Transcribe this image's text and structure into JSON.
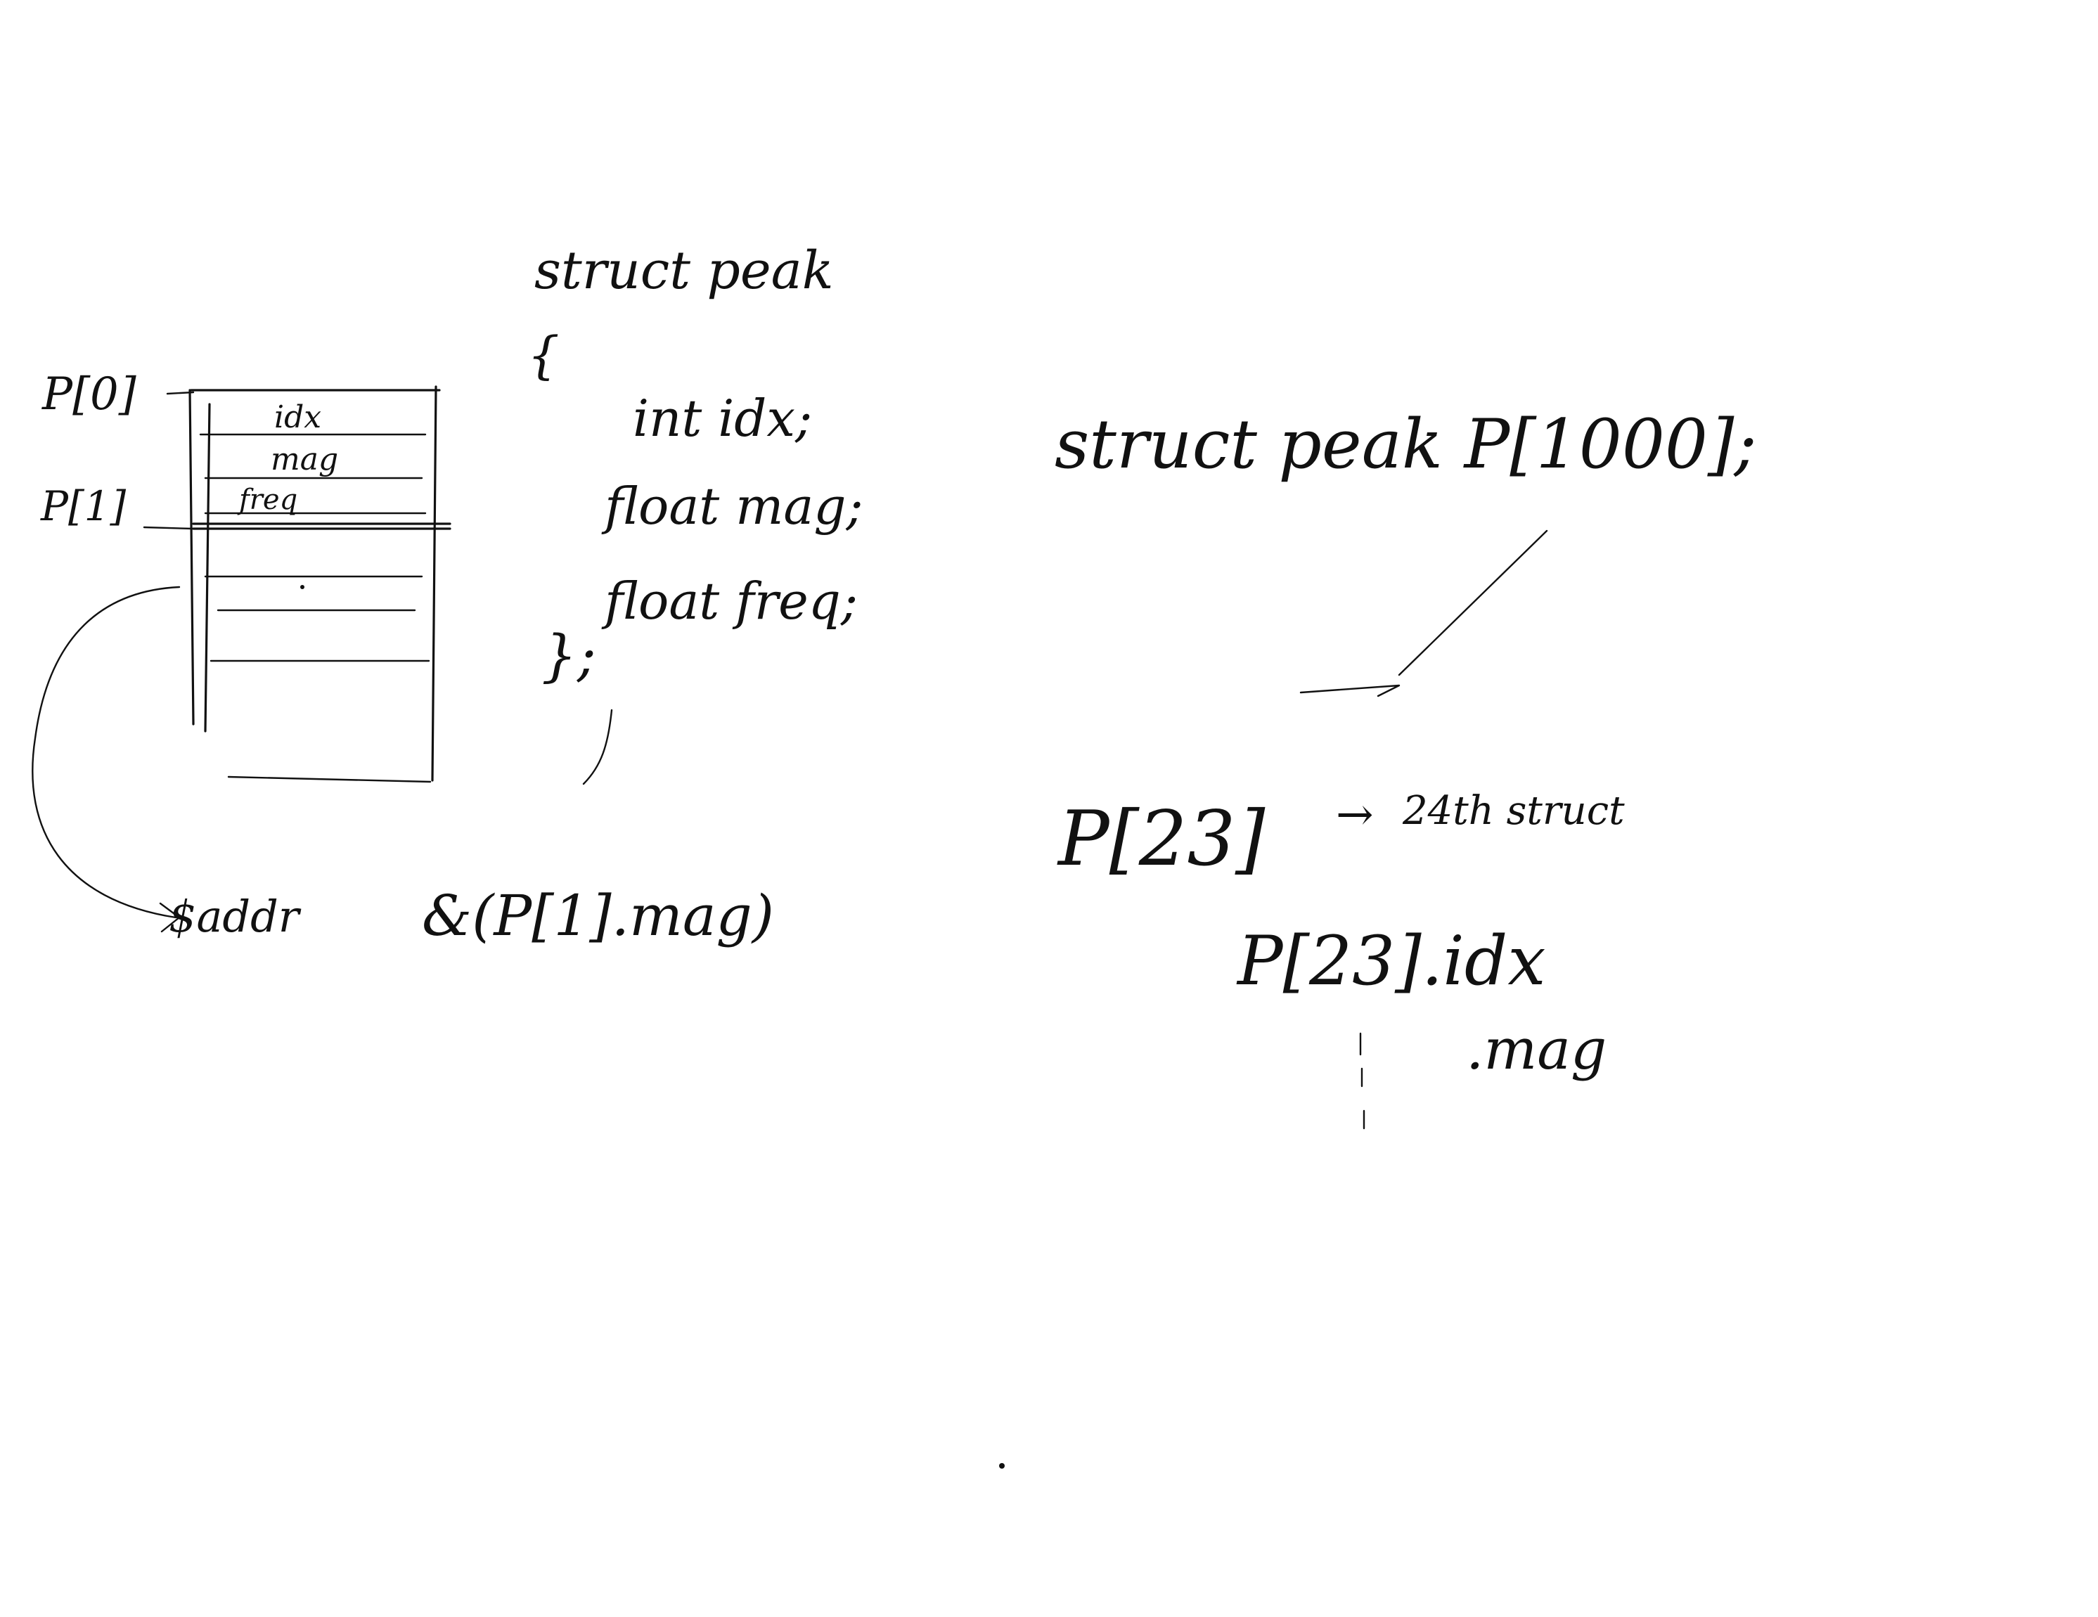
{
  "memory_diagram": {
    "labels": {
      "p0": "P[0]",
      "p1": "P[1]"
    },
    "fields": [
      "idx",
      "mag",
      "freq"
    ]
  },
  "struct_definition": {
    "header": "struct peak",
    "open_brace": "{",
    "members": [
      "int idx;",
      "float mag;",
      "float freq;"
    ],
    "close": "};"
  },
  "address_expr": {
    "prefix": "$addr",
    "expr": "&(P[1].mag)"
  },
  "array_decl": "struct peak P[1000];",
  "access": {
    "element": "P[23]",
    "arrow": "→",
    "note": "24th struct",
    "field_idx": "P[23].idx",
    "field_mag": ".mag"
  },
  "ink_color": "#111111"
}
